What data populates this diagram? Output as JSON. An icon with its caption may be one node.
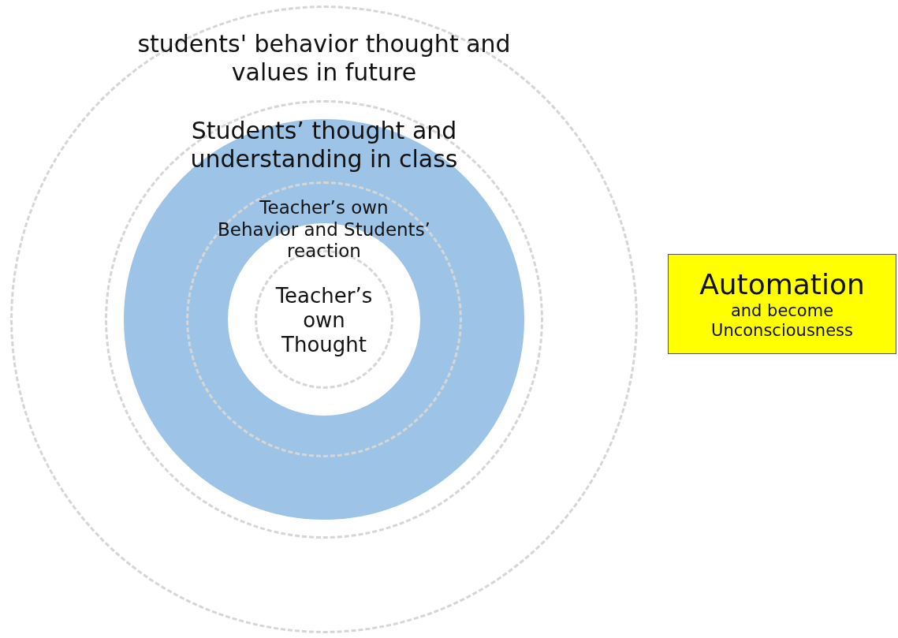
{
  "diagram": {
    "nodes": [
      {
        "text": [
          "students' behavior thought and values in future"
        ]
      },
      {
        "text": [
          "Students’ thought and understanding in class"
        ],
        "in": 0
      },
      {
        "text": [
          "Teacher’s own Behavior and Students’ reaction"
        ],
        "in": 1
      },
      {
        "text": [
          "Teacher’s own Thought"
        ],
        "in": 2
      },
      {
        "text": [
          "Automation",
          "and become Unconsciousness"
        ]
      }
    ]
  }
}
